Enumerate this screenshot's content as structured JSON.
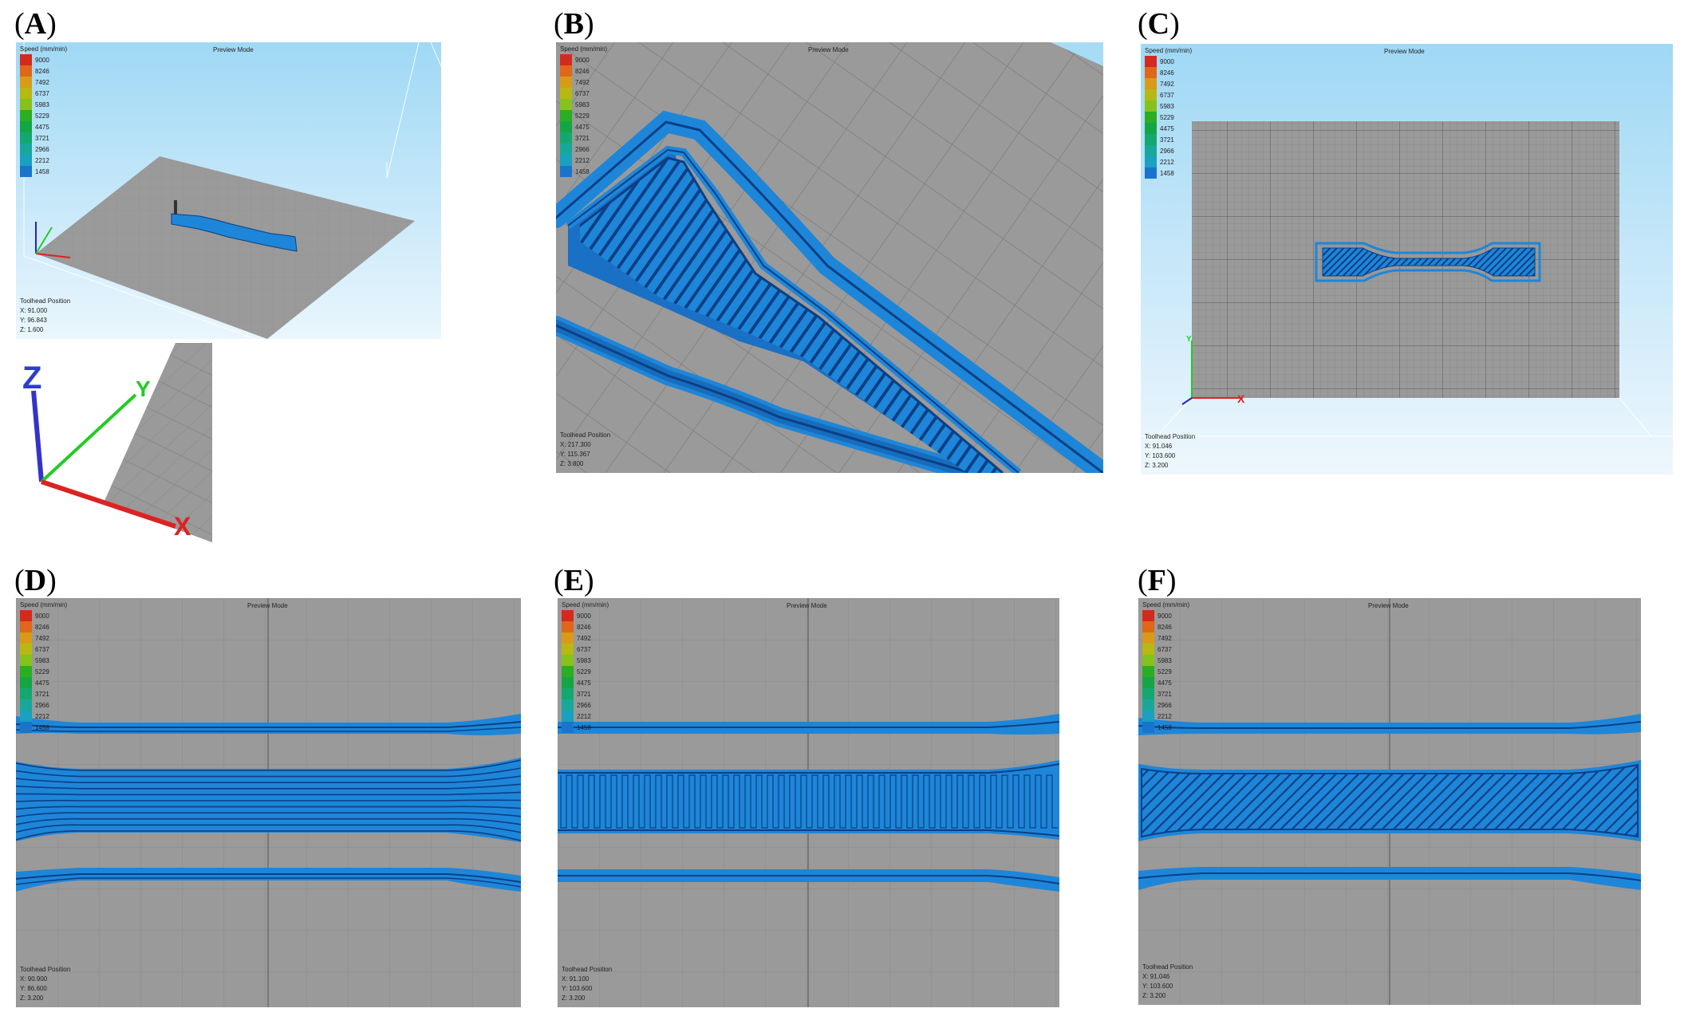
{
  "labels": {
    "A": "A",
    "B": "B",
    "C": "C",
    "D": "D",
    "E": "E",
    "F": "F"
  },
  "legend": {
    "title": "Speed (mm/min)",
    "items": [
      {
        "value": "9000",
        "color": "#d42a1e"
      },
      {
        "value": "8246",
        "color": "#e0661a"
      },
      {
        "value": "7492",
        "color": "#d99a18"
      },
      {
        "value": "6737",
        "color": "#b8b812"
      },
      {
        "value": "5983",
        "color": "#86c21c"
      },
      {
        "value": "5229",
        "color": "#2aae22"
      },
      {
        "value": "4475",
        "color": "#14a644"
      },
      {
        "value": "3721",
        "color": "#14a870"
      },
      {
        "value": "2966",
        "color": "#18a89a"
      },
      {
        "value": "2212",
        "color": "#1aa0c0"
      },
      {
        "value": "1458",
        "color": "#1a74cc"
      }
    ]
  },
  "mode": "Preview Mode",
  "toolhead_title": "Toolhead Position",
  "panels": {
    "A": {
      "x": "X: 91.000",
      "y": "Y: 96.843",
      "z": "Z: 1.600"
    },
    "B": {
      "x": "X: 217.300",
      "y": "Y: 115.367",
      "z": "Z: 3.800"
    },
    "C": {
      "x": "X: 91.046",
      "y": "Y: 103.600",
      "z": "Z: 3.200"
    },
    "D": {
      "x": "X: 90.900",
      "y": "Y: 86.600",
      "z": "Z: 3.200"
    },
    "E": {
      "x": "X: 91.100",
      "y": "Y: 103.600",
      "z": "Z: 3.200"
    },
    "F": {
      "x": "X: 91.046",
      "y": "Y: 103.600",
      "z": "Z: 3.200"
    }
  },
  "axes": {
    "x": "X",
    "y": "Y",
    "z": "Z"
  },
  "colors": {
    "bed": "#9a9a9a",
    "filament": "#1e86d8",
    "filament_dark": "#0b3f86",
    "sky": "#a8dcf6"
  }
}
